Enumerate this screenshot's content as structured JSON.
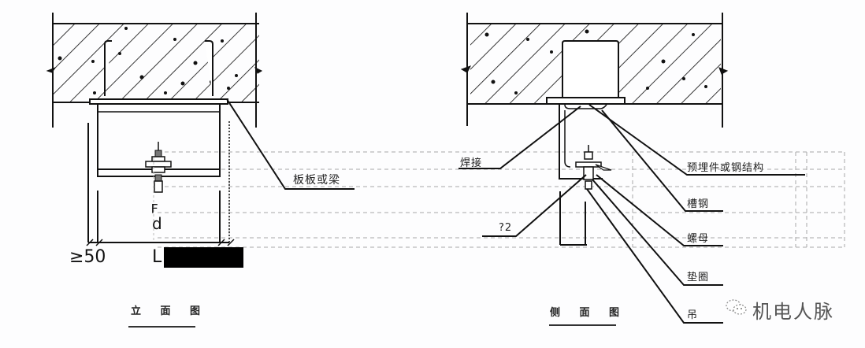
{
  "drawing": {
    "elevation_view": {
      "caption": "立 面 图",
      "labels": {
        "slab_or_beam": "板板或梁",
        "min_clearance": "≥50",
        "length_symbol": "L",
        "diameter_symbol": "d",
        "rotated_glyph": "Ⅎ"
      }
    },
    "side_view": {
      "caption": "侧 面 图",
      "labels": {
        "weld": "焊接",
        "embedded_part": "预埋件或钢结构",
        "channel_steel": "槽钢",
        "nut": "螺母",
        "washer": "垫圈",
        "hanger_rod": "吊",
        "unknown_callout": "?2"
      }
    },
    "colors": {
      "line": "#111111",
      "hatch": "#222222",
      "dashed": "#a8a8a8",
      "background": "#fdfdfe",
      "redaction": "#000000"
    }
  },
  "watermark": {
    "text": "机电人脉",
    "icon": "wechat-icon"
  }
}
